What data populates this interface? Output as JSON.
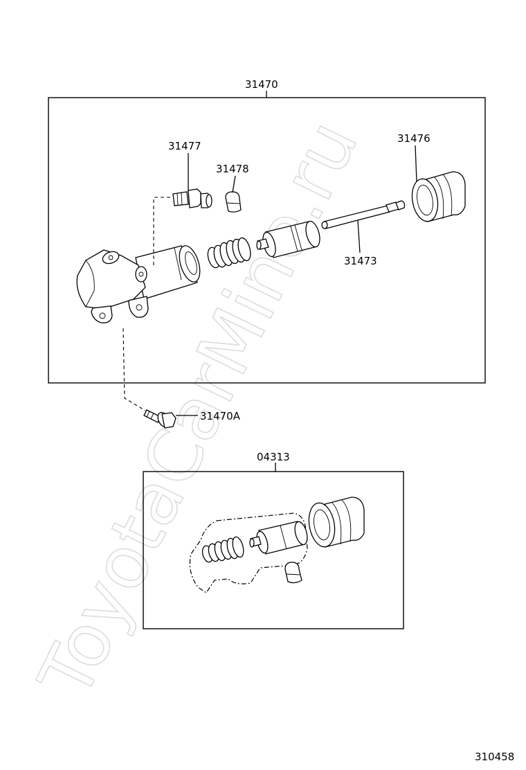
{
  "watermark": "ToyotaCarMine.ru",
  "assembly": {
    "label": "31470",
    "parts": {
      "bleeder_plug": "31477",
      "bleeder_cap": "31478",
      "boot": "31476",
      "push_rod": "31473",
      "bolt": "31470A"
    }
  },
  "kit": {
    "label": "04313"
  },
  "figure_number": "310458"
}
